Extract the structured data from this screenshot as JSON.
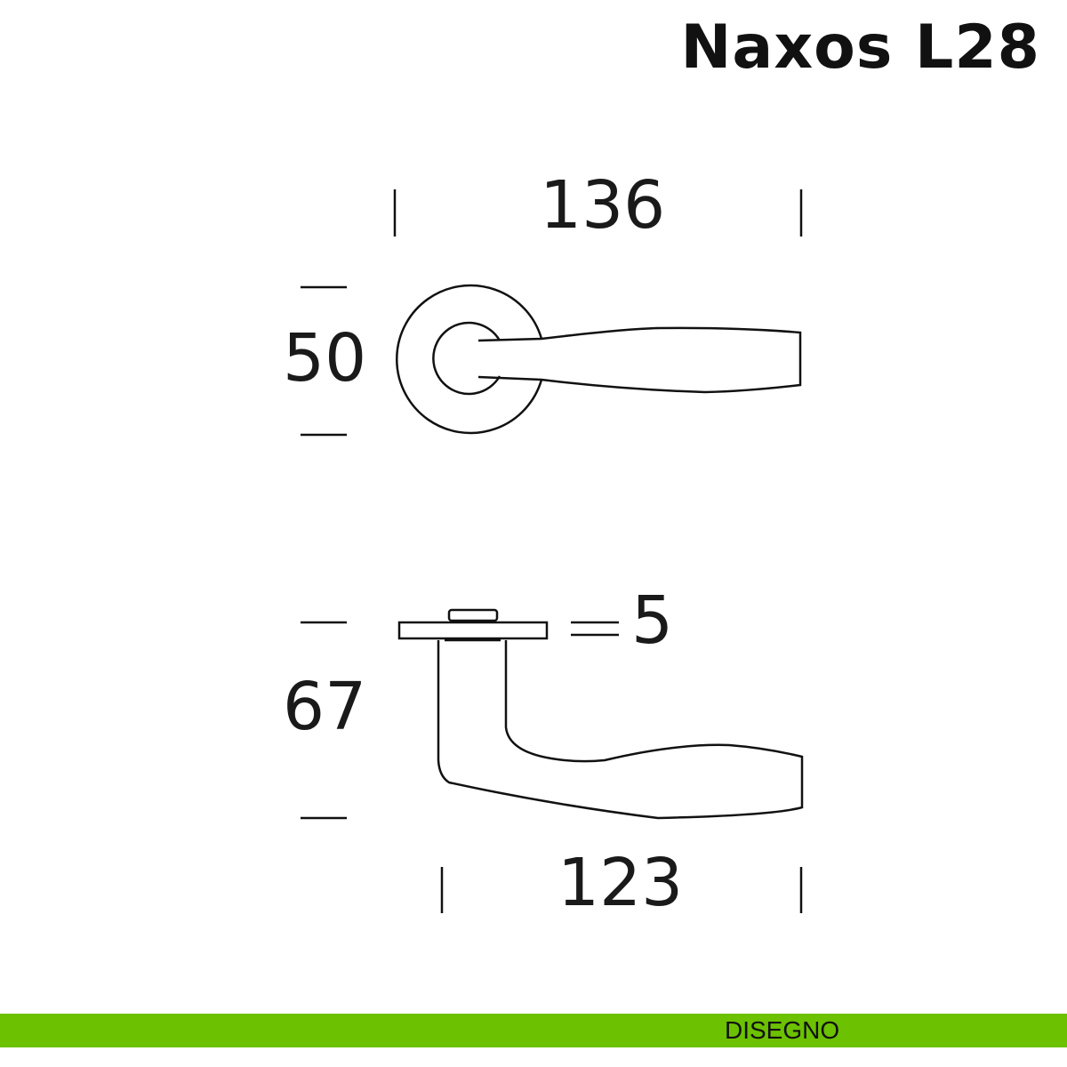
{
  "header": {
    "title": "Naxos L28"
  },
  "dimensions": {
    "top_width": "136",
    "top_height": "50",
    "side_height": "67",
    "side_rose_thickness": "5",
    "side_width": "123"
  },
  "footer": {
    "label": "DISEGNO",
    "bar_color": "#6cc100"
  }
}
